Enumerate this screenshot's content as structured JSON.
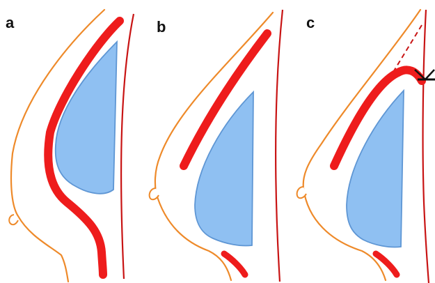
{
  "panels": [
    {
      "label": "a"
    },
    {
      "label": "b"
    },
    {
      "label": "c"
    }
  ],
  "colors": {
    "skin_outline": "#EE8A2A",
    "muscle_band": "#EE1C1C",
    "chest_wall": "#C81414",
    "implant_fill": "#8FC0F2",
    "implant_stroke": "#5E96D4",
    "marker": "#111111"
  }
}
